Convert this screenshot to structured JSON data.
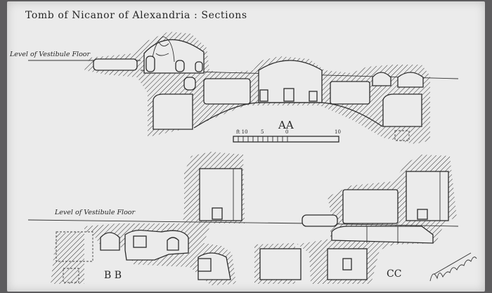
{
  "title": "Tomb of Nicanor of Alexandria : Sections",
  "level_label_top": "Level of Vestibule Floor",
  "level_label_bottom": "Level of Vestibule Floor",
  "section_aa": "AA",
  "section_bb": "B B",
  "section_cc": "CC",
  "scale": {
    "unit": "ft",
    "ticks": [
      "ft 10",
      "5",
      "0",
      "10"
    ]
  },
  "signature": "signature",
  "colors": {
    "paper": "#ebebeb",
    "ink": "#2c2c2c",
    "background": "#5d5c5e"
  }
}
